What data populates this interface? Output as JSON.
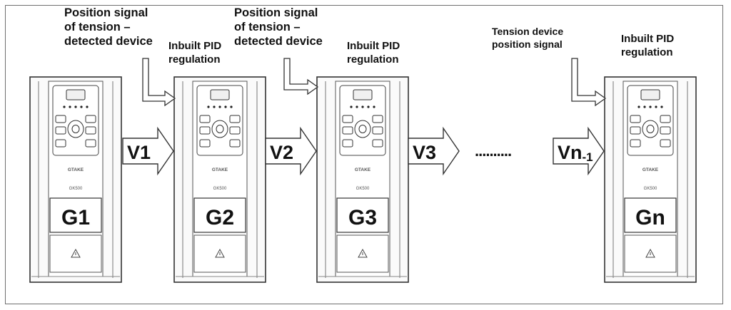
{
  "labels": {
    "position_signal_1": [
      "Position signal",
      "of tension –",
      "detected device"
    ],
    "pid_1": [
      "Inbuilt PID",
      "regulation"
    ],
    "position_signal_2": [
      "Position signal",
      "of tension –",
      "detected device"
    ],
    "pid_2": [
      "Inbuilt PID",
      "regulation"
    ],
    "tension_device": [
      "Tension device",
      "position signal"
    ],
    "pid_n": [
      "Inbuilt PID",
      "regulation"
    ]
  },
  "drives": [
    {
      "id": "G1",
      "model": "GK500",
      "brand": "GTAKE"
    },
    {
      "id": "G2",
      "model": "GK500",
      "brand": "GTAKE"
    },
    {
      "id": "G3",
      "model": "GK500",
      "brand": "GTAKE"
    },
    {
      "id": "Gn",
      "model": "GK500",
      "brand": "GTAKE"
    }
  ],
  "arrows": [
    {
      "label": "V1"
    },
    {
      "label": "V2"
    },
    {
      "label": "V3"
    },
    {
      "label": "Vn",
      "sub": "-1"
    }
  ],
  "ellipsis": "..........",
  "colors": {
    "outline": "#333333",
    "frame": "#6f6f6f",
    "text": "#111111"
  }
}
